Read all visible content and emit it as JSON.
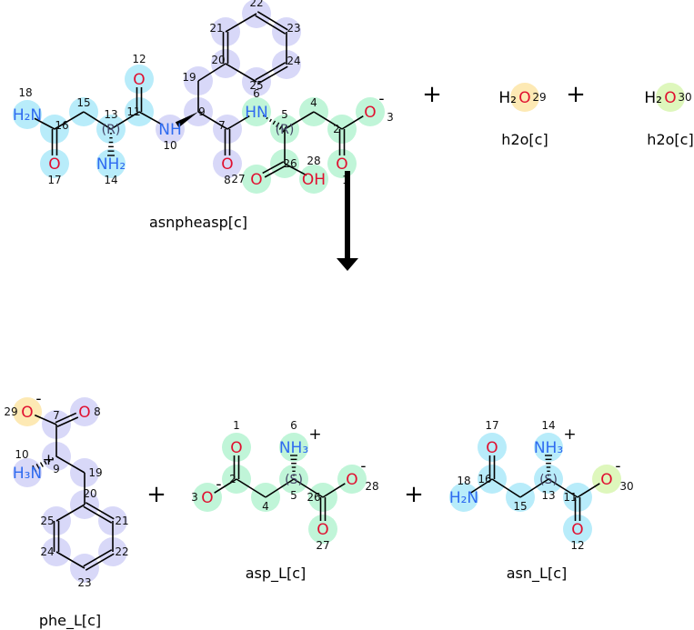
{
  "colors": {
    "asn": "#b8ecfa",
    "phe": "#d8d8f8",
    "asp": "#c0f5d8",
    "water29": "#fde9b4",
    "water30": "#def7bc",
    "nitrogen": "#2f6bf0",
    "oxygen": "#e01030",
    "bond": "#000000"
  },
  "reaction": {
    "operators": [
      "+",
      "+",
      "+",
      "+"
    ],
    "arrow": "down-arrow"
  },
  "molecules": [
    {
      "id": "asnpheasp",
      "name": "asnpheasp[c]",
      "atoms": [
        {
          "n": "18",
          "label": "H₂N",
          "el": "N",
          "hl": "asn"
        },
        {
          "n": "16",
          "hl": "asn"
        },
        {
          "n": "17",
          "label": "O",
          "el": "O",
          "hl": "asn"
        },
        {
          "n": "15",
          "hl": "asn"
        },
        {
          "n": "13",
          "stereo": "(R)",
          "hl": "asn"
        },
        {
          "n": "14",
          "label": "NH₂",
          "el": "N",
          "hl": "asn"
        },
        {
          "n": "11",
          "hl": "asn"
        },
        {
          "n": "12",
          "label": "O",
          "el": "O",
          "hl": "asn"
        },
        {
          "n": "10",
          "label": "NH",
          "el": "N",
          "hl": "phe"
        },
        {
          "n": "9",
          "hl": "phe"
        },
        {
          "n": "19",
          "hl": "phe"
        },
        {
          "n": "20",
          "hl": "phe"
        },
        {
          "n": "21",
          "hl": "phe"
        },
        {
          "n": "22",
          "hl": "phe"
        },
        {
          "n": "23",
          "hl": "phe"
        },
        {
          "n": "24",
          "hl": "phe"
        },
        {
          "n": "25",
          "hl": "phe"
        },
        {
          "n": "7",
          "hl": "phe"
        },
        {
          "n": "8",
          "label": "O",
          "el": "O",
          "hl": "phe"
        },
        {
          "n": "6",
          "label": "HN",
          "el": "N",
          "hl": "asp"
        },
        {
          "n": "5",
          "stereo": "(R)",
          "hl": "asp"
        },
        {
          "n": "4",
          "hl": "asp"
        },
        {
          "n": "2",
          "hl": "asp"
        },
        {
          "n": "1",
          "label": "O",
          "el": "O",
          "hl": "asp"
        },
        {
          "n": "3",
          "label": "O",
          "el": "O",
          "charge": "-",
          "hl": "asp"
        },
        {
          "n": "26",
          "hl": "asp"
        },
        {
          "n": "27",
          "label": "O",
          "el": "O",
          "hl": "asp"
        },
        {
          "n": "28",
          "label": "OH",
          "el": "O",
          "hl": "asp"
        }
      ]
    },
    {
      "id": "h2o29",
      "name": "h2o[c]",
      "atoms": [
        {
          "n": "29",
          "label": "O",
          "prefix": "H₂",
          "el": "O",
          "hl": "water29"
        }
      ]
    },
    {
      "id": "h2o30",
      "name": "h2o[c]",
      "atoms": [
        {
          "n": "30",
          "label": "O",
          "prefix": "H₂",
          "el": "O",
          "hl": "water30"
        }
      ]
    },
    {
      "id": "phe_L",
      "name": "phe_L[c]",
      "atoms": [
        {
          "n": "29",
          "label": "O",
          "el": "O",
          "charge": "-",
          "hl": "water29"
        },
        {
          "n": "7",
          "hl": "phe"
        },
        {
          "n": "8",
          "label": "O",
          "el": "O",
          "hl": "phe"
        },
        {
          "n": "9",
          "hl": "phe"
        },
        {
          "n": "10",
          "label": "H₃N",
          "el": "N",
          "charge": "+",
          "hl": "phe"
        },
        {
          "n": "19",
          "hl": "phe"
        },
        {
          "n": "20",
          "hl": "phe"
        },
        {
          "n": "21",
          "hl": "phe"
        },
        {
          "n": "22",
          "hl": "phe"
        },
        {
          "n": "23",
          "hl": "phe"
        },
        {
          "n": "24",
          "hl": "phe"
        },
        {
          "n": "25",
          "hl": "phe"
        }
      ]
    },
    {
      "id": "asp_L",
      "name": "asp_L[c]",
      "atoms": [
        {
          "n": "1",
          "label": "O",
          "el": "O",
          "hl": "asp"
        },
        {
          "n": "2",
          "hl": "asp"
        },
        {
          "n": "3",
          "label": "O",
          "el": "O",
          "charge": "-",
          "hl": "asp"
        },
        {
          "n": "4",
          "hl": "asp"
        },
        {
          "n": "5",
          "stereo": "(S)",
          "hl": "asp"
        },
        {
          "n": "6",
          "label": "NH₃",
          "el": "N",
          "charge": "+",
          "hl": "asp"
        },
        {
          "n": "26",
          "hl": "asp"
        },
        {
          "n": "27",
          "label": "O",
          "el": "O",
          "hl": "asp"
        },
        {
          "n": "28",
          "label": "O",
          "el": "O",
          "charge": "-",
          "hl": "asp"
        }
      ]
    },
    {
      "id": "asn_L",
      "name": "asn_L[c]",
      "atoms": [
        {
          "n": "17",
          "label": "O",
          "el": "O",
          "hl": "asn"
        },
        {
          "n": "16",
          "hl": "asn"
        },
        {
          "n": "18",
          "label": "H₂N",
          "el": "N",
          "hl": "asn"
        },
        {
          "n": "15",
          "hl": "asn"
        },
        {
          "n": "13",
          "stereo": "(S)",
          "hl": "asn"
        },
        {
          "n": "14",
          "label": "NH₃",
          "el": "N",
          "charge": "+",
          "hl": "asn"
        },
        {
          "n": "11",
          "hl": "asn"
        },
        {
          "n": "12",
          "label": "O",
          "el": "O",
          "hl": "asn"
        },
        {
          "n": "30",
          "label": "O",
          "el": "O",
          "charge": "-",
          "hl": "water30"
        }
      ]
    }
  ]
}
